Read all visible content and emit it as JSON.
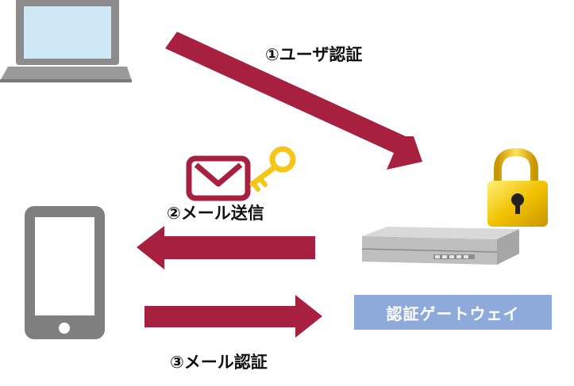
{
  "labels": {
    "step1": "①ユーザ認証",
    "step2": "②メール送信",
    "step3": "③メール認証",
    "gateway": "認証ゲートウェイ"
  },
  "colors": {
    "arrow": "#a82040",
    "gateway_box": "#8eaadb",
    "device_gray": "#7f7f7f",
    "screen_blue": "#cfe8f5",
    "key_gold": "#f5c518",
    "lock_gold": "#f2c200"
  },
  "icons": {
    "laptop": "laptop-icon",
    "smartphone": "smartphone-icon",
    "mail": "envelope-icon",
    "key": "key-icon",
    "lock": "padlock-icon",
    "gateway_device": "network-appliance-icon"
  }
}
